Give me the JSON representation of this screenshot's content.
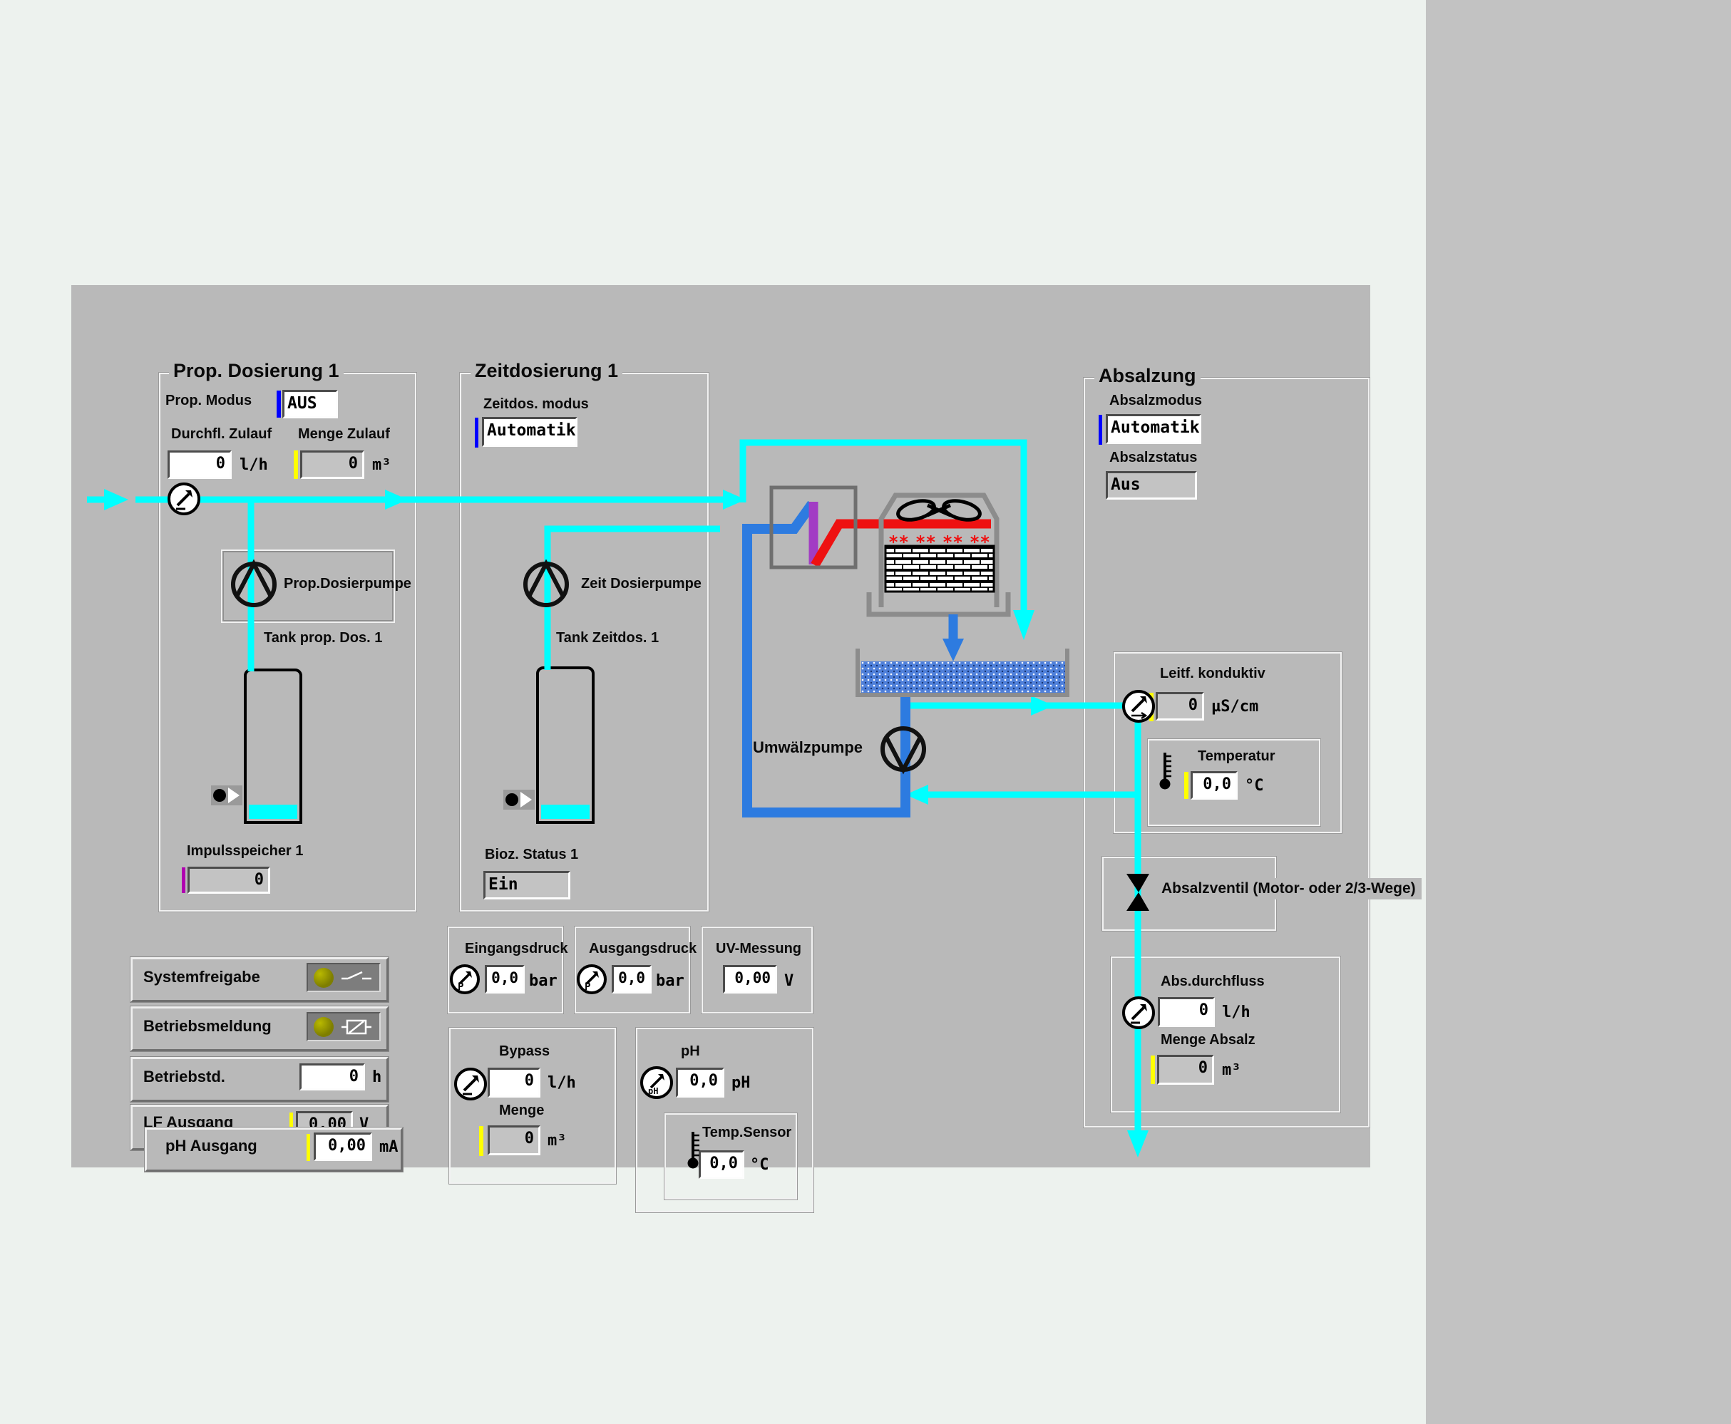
{
  "colors": {
    "pipe_cyan": "#00ffff",
    "pipe_blue": "#2d7be0",
    "pipe_red": "#ee1111",
    "pipe_purple": "#a23cc4",
    "panel": "#b9b9b9",
    "led_olive": "#7e7e00",
    "tick_yellow": "#ffff00",
    "tick_blue": "#0000ff"
  },
  "prop": {
    "title": "Prop. Dosierung 1",
    "mode_label": "Prop. Modus",
    "mode_value": "AUS",
    "flow_label": "Durchfl. Zulauf",
    "flow_value": "0",
    "flow_unit": "l/h",
    "amount_label": "Menge Zulauf",
    "amount_value": "0",
    "amount_unit": "m³",
    "pump_label": "Prop.Dosierpumpe",
    "tank_label": "Tank prop. Dos. 1",
    "counter_label": "Impulsspeicher 1",
    "counter_value": "0"
  },
  "zeit": {
    "title": "Zeitdosierung 1",
    "mode_label": "Zeitdos. modus",
    "mode_value": "Automatik",
    "pump_label": "Zeit Dosierpumpe",
    "tank_label": "Tank Zeitdos. 1",
    "status_label": "Bioz. Status 1",
    "status_value": "Ein"
  },
  "absalz": {
    "title": "Absalzung",
    "mode_label": "Absalzmodus",
    "mode_value": "Automatik",
    "status_label": "Absalzstatus",
    "status_value": "Aus",
    "cond_label": "Leitf. konduktiv",
    "cond_value": "0",
    "cond_unit": "µS/cm",
    "temp_label": "Temperatur",
    "temp_value": "0,0",
    "temp_unit": "°C",
    "valve_label": "Absalzventil (Motor- oder 2/3-Wege)",
    "flow_label": "Abs.durchfluss",
    "flow_value": "0",
    "flow_unit": "l/h",
    "amount_label": "Menge Absalz",
    "amount_value": "0",
    "amount_unit": "m³"
  },
  "status": {
    "freigabe_label": "Systemfreigabe",
    "meldung_label": "Betriebsmeldung",
    "std_label": "Betriebstd.",
    "std_value": "0",
    "std_unit": "h",
    "lf_label": "LF Ausgang",
    "lf_value": "0,00",
    "lf_unit": "V",
    "ph_label": "pH Ausgang",
    "ph_value": "0,00",
    "ph_unit": "mA"
  },
  "druck": {
    "in_title": "Eingangsdruck",
    "in_value": "0,0",
    "in_unit": "bar",
    "out_title": "Ausgangsdruck",
    "out_value": "0,0",
    "out_unit": "bar",
    "uv_title": "UV-Messung",
    "uv_value": "0,00",
    "uv_unit": "V"
  },
  "bypass": {
    "title": "Bypass",
    "value": "0",
    "unit": "l/h",
    "menge_label": "Menge",
    "menge_value": "0",
    "menge_unit": "m³"
  },
  "ph": {
    "title": "pH",
    "value": "0,0",
    "unit": "pH",
    "temp_title": "Temp.Sensor",
    "temp_value": "0,0",
    "temp_unit": "°C"
  },
  "diagram": {
    "pump_label": "Umwälzpumpe"
  }
}
